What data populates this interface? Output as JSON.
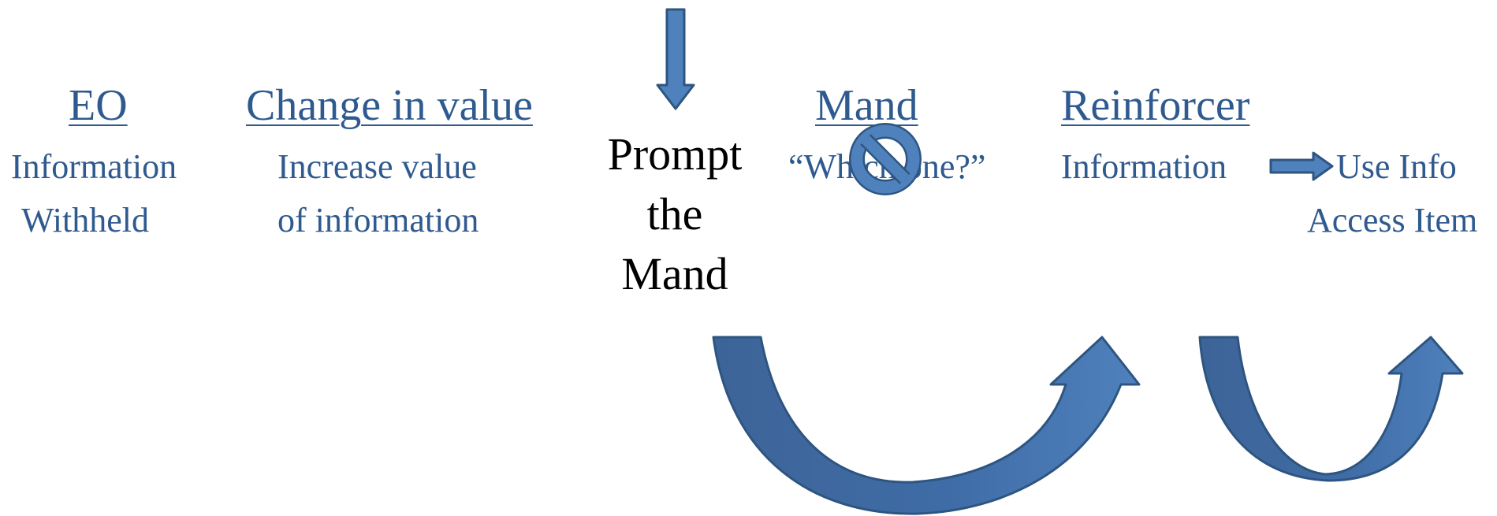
{
  "steps": {
    "eo": {
      "title": "EO",
      "lines": [
        "Information",
        "Withheld"
      ]
    },
    "change": {
      "title": "Change in value",
      "lines": [
        "Increase value",
        "of information"
      ]
    },
    "prompt": {
      "lines": [
        "Prompt",
        "the",
        "Mand"
      ]
    },
    "mand": {
      "title": "Mand",
      "example": "“Which one?”"
    },
    "reinforcer": {
      "title": "Reinforcer",
      "text": "Information"
    },
    "outcome": {
      "lines": [
        "Use Info",
        "Access Item"
      ]
    }
  },
  "colors": {
    "text": "#2f5a8f",
    "arrow_fill": "#4f81bd",
    "arrow_dark": "#3d6498",
    "arrow_stroke": "#2e5580"
  },
  "icons": [
    "down-arrow-icon",
    "no-symbol-icon",
    "right-arrow-icon",
    "curved-arrow-icon"
  ]
}
